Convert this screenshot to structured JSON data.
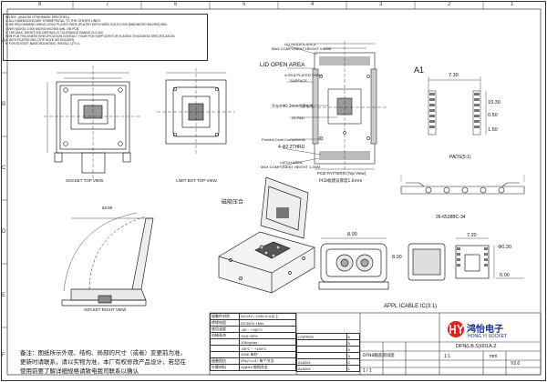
{
  "notes": {
    "heading": "NOTES: (UNLESS OTHERWISE SPECIFIED)",
    "lines": [
      "1. ALL DIMENSIONS ARE SYMMETRICAL TO THE CENTER LINES.",
      "2. WE RECOMMEND USING GOLD PLATED PADS (PLATED WITH HARD GOLD 0.000 [MM] MICRO INCHES) MIN.",
      "   OVER NICKEL 0.000 MICRO INCHES MIN. ON PCB.",
      "3. THE MAX. SHORT SOLDER BALLS TOLERANCE RANGE IS 0.000.",
      "   FOR PCB THICKNESS SPECIFICATION CONSULT YOUR PCB SUPPLIER FOR PLATING THICKNESS SPECIFICATION.",
      "4. WITH PLATED PAD (TOP HOLE NO SOLDER).",
      "5. FOR SOCKET BASE MOUNTING, INSTALL QTY.4."
    ]
  },
  "grid": {
    "top": [
      "8",
      "7",
      "6",
      "5",
      "4",
      "3",
      "2",
      "1"
    ],
    "side": [
      "A",
      "B",
      "C",
      "D",
      "E",
      "F"
    ]
  },
  "views": {
    "socket_top": "SOCKET TOP VIEW",
    "limit_bot_top": "LIMIT BOT  TOP VIEW",
    "socket_right": "SOCKET RIGHT VIEW",
    "appl_icable": "APPL ICABLE IC(3:1)",
    "pcb_pattern": "PCB PATTERN (Top View)",
    "pcb_note": "PCB板建议厚度1.6mm",
    "pads": "PADS(5:1)"
  },
  "labels": {
    "lid_hidden": "LID HIDDEN AREA",
    "max_component": "MAX COMPONENT HEIGHT 0.4MM",
    "lid_open": "LID OPEN AREA",
    "plated_thru": "4-Φ0.8 PLATED THRU",
    "surface": "SURFACE",
    "note_cn": "不允许Φ0.2mm不得布线",
    "pad_b": "20-PAD",
    "prohibit": "Prohibit Cloth Components",
    "thru": "4-Φ2.2THRU",
    "latch_area": "LATCH AREA",
    "max_component_2": "MAX COMPONENT HEIGHT 1.2MM",
    "a1": "A1",
    "bump_hint": "磁吸压合",
    "part_code": "26-6538BC-34"
  },
  "dims": {
    "d730": "7.30",
    "d1030": "10.30",
    "d050": "0.50",
    "d150": "1.50",
    "d800": "8.00",
    "d800b": "8.00",
    "d720": "7.20",
    "d030": "Φ0.30",
    "d000": "0.00",
    "d6295": "62.95"
  },
  "specs": {
    "rows": [
      [
        "接触件材质",
        "DC10V / 1000 Ω·A以上"
      ],
      [
        "绝缘电阻",
        "DC300V 1Min"
      ],
      [
        "使用温度",
        "-55 ~ +150°C"
      ],
      [
        "机械寿命",
        "%10~50%"
      ],
      [
        "",
        "10Kcycles"
      ],
      [
        "",
        "-55°C ~ +150°C"
      ],
      [
        "",
        "300K 每秒"
      ],
      [
        "接触阻抗",
        "(Pa)* n=4 / 每个节点"
      ],
      [
        "针脚材料",
        "ОДИН/ 铍铜合金"
      ]
    ]
  },
  "materials": {
    "rows": [
      [
        "COPPER",
        "6"
      ],
      [
        "",
        "5"
      ],
      [
        "",
        "4"
      ],
      [
        "",
        "3"
      ],
      [
        "AL6061",
        "2"
      ],
      [
        "AL6061",
        "1"
      ]
    ]
  },
  "title_block": {
    "company": "鸿怡电子",
    "company_en": "HONG YI SOCKET",
    "part_no": "DFN(LB.S)001A.Z",
    "name": "DFN8翻盖测试座",
    "ratio": "1:1",
    "unit": "mm",
    "version": "V2.0",
    "sheet": "1 / 1"
  },
  "footnote": "备注：图纸所示外观、结构、局部的尺寸（或者）变更前为准，更新时请联系，请以实物为准，本厂有权修改产品设计，若您在使用前要了解详细规格请致电我司联系以确认"
}
